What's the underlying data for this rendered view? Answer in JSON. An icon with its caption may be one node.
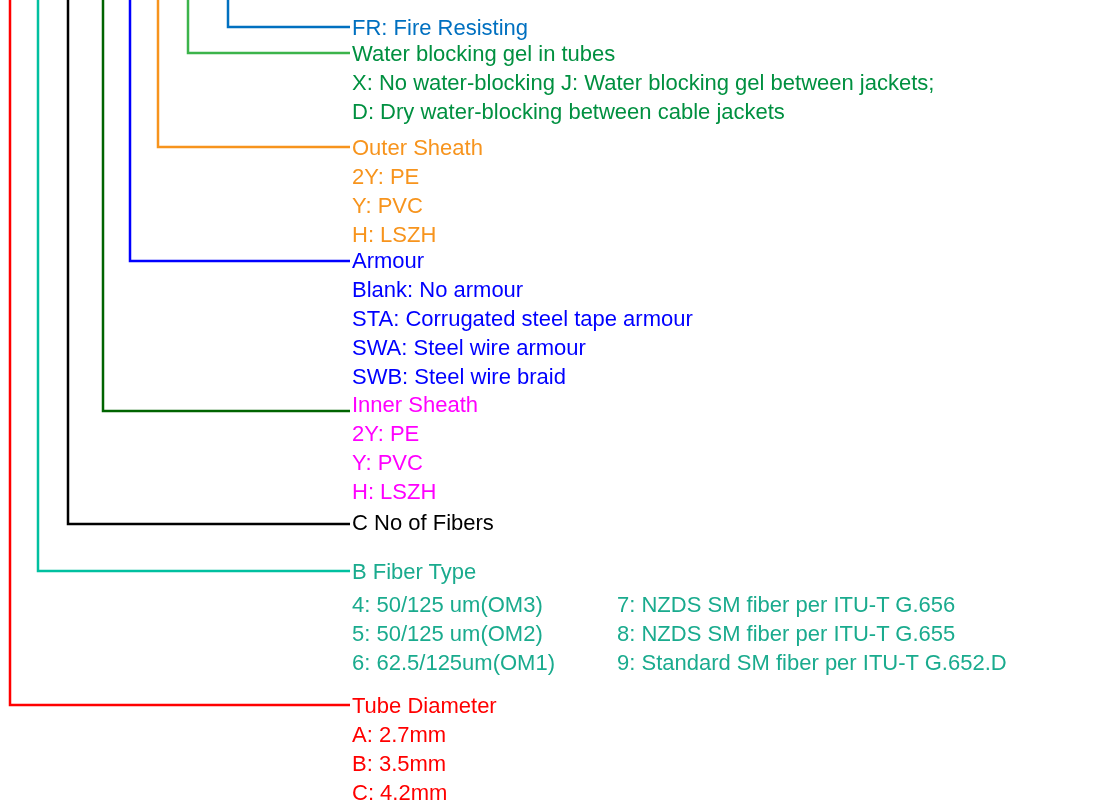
{
  "diagram": {
    "nodes": [
      {
        "text": [
          "FR: Fire Resisting"
        ]
      },
      {
        "text": [
          "Water blocking gel in tubes",
          "X: No water-blocking J: Water blocking gel between jackets;",
          "D: Dry water-blocking between cable jackets"
        ]
      },
      {
        "text": [
          "Outer Sheath",
          "2Y: PE",
          "Y: PVC",
          "H: LSZH"
        ]
      },
      {
        "text": [
          "Armour",
          "Blank: No armour",
          "STA:  Corrugated steel tape armour",
          "SWA: Steel wire armour",
          "SWB: Steel wire braid"
        ]
      },
      {
        "text": [
          "Inner Sheath",
          "2Y: PE",
          "Y: PVC",
          "H: LSZH"
        ]
      },
      {
        "text": [
          "C No of Fibers"
        ]
      },
      {
        "text": [
          "B Fiber Type",
          "4: 50/125 um(OM3)",
          "7: NZDS SM fiber per  ITU-T G.656",
          "5: 50/125 um(OM2)",
          "8: NZDS SM fiber per  ITU-T G.655",
          "6: 62.5/125um(OM1)",
          "9: Standard SM fiber per  ITU-T G.652.D"
        ]
      },
      {
        "text": [
          "Tube Diameter",
          "A: 2.7mm",
          "B: 3.5mm",
          "C: 4.2mm"
        ]
      }
    ],
    "edges": [
      {
        "from": null,
        "to": 0,
        "arrow": "none",
        "color": "#0070c0"
      },
      {
        "from": null,
        "to": 1,
        "arrow": "none",
        "color": "#3cb44b"
      },
      {
        "from": null,
        "to": 2,
        "arrow": "none",
        "color": "#f7941d"
      },
      {
        "from": null,
        "to": 3,
        "arrow": "none",
        "color": "#0000ff"
      },
      {
        "from": null,
        "to": 4,
        "arrow": "none",
        "color": "#006400"
      },
      {
        "from": null,
        "to": 5,
        "arrow": "none",
        "color": "#000000"
      },
      {
        "from": null,
        "to": 6,
        "arrow": "none",
        "color": "#00c0a0"
      },
      {
        "from": null,
        "to": 7,
        "arrow": "none",
        "color": "#ff0000"
      }
    ]
  }
}
